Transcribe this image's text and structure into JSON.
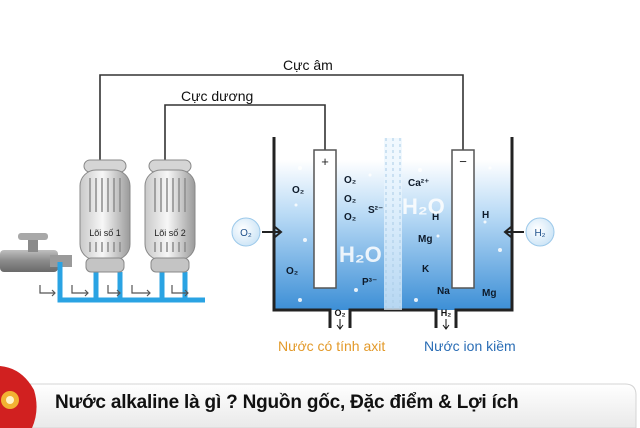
{
  "labels": {
    "negative_wire": "Cực âm",
    "positive_wire": "Cực dương",
    "filter1": "Lõi số 1",
    "filter2": "Lõi số 2",
    "plus": "+",
    "minus": "−",
    "o2_in": "O₂",
    "h2_in": "H₂",
    "o2_out": "O₂",
    "h2_out": "H₂"
  },
  "left_ions": [
    "O₂",
    "O₂",
    "O₂",
    "O₂",
    "S²⁻",
    "P³⁻",
    "O₂"
  ],
  "right_ions": [
    "Ca²⁺",
    "H",
    "Mg",
    "K",
    "Na",
    "H",
    "Mg"
  ],
  "water_left": "H₂O",
  "water_right": "H₂O",
  "captions": {
    "acid": "Nước có tính axit",
    "alkaline": "Nước ion kiềm"
  },
  "title": "Nước alkaline là gì ? Nguồn gốc, Đặc điểm & Lợi ích",
  "colors": {
    "acid_caption": "#e39a2a",
    "alkaline_caption": "#2a6db5",
    "pipe": "#2aa3e3",
    "water_top": "#ffffff",
    "water_bottom": "#3d8fd6",
    "tank_wall": "#222222"
  }
}
